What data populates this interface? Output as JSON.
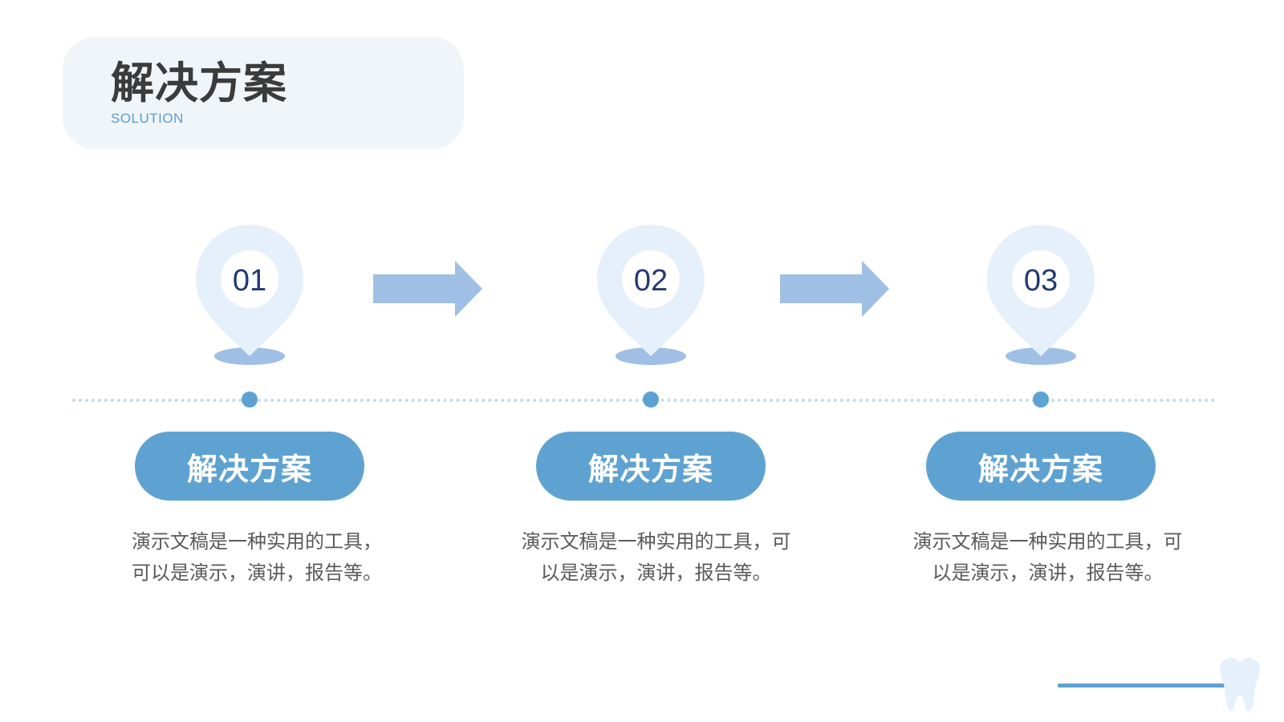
{
  "header": {
    "title": "解决方案",
    "subtitle": "SOLUTION"
  },
  "steps": [
    {
      "number": "01",
      "label": "解决方案",
      "description": "演示文稿是一种实用的工具，可以是演示，演讲，报告等。"
    },
    {
      "number": "02",
      "label": "解决方案",
      "description": "演示文稿是一种实用的工具，可以是演示，演讲，报告等。"
    },
    {
      "number": "03",
      "label": "解决方案",
      "description": "演示文稿是一种实用的工具，可以是演示，演讲，报告等。"
    }
  ],
  "icons": {
    "marker": "map-pin-icon",
    "arrow": "arrow-right-icon",
    "decoration": "tooth-icon"
  },
  "colors": {
    "accent": "#5ea2d2",
    "pin_fill": "#e6f0fb",
    "arrow_fill": "#9fc0e4",
    "title_card_bg": "#f0f5fa",
    "number_text": "#23396e",
    "title_text": "#3b3b3b",
    "body_text": "#5a5a5a"
  }
}
